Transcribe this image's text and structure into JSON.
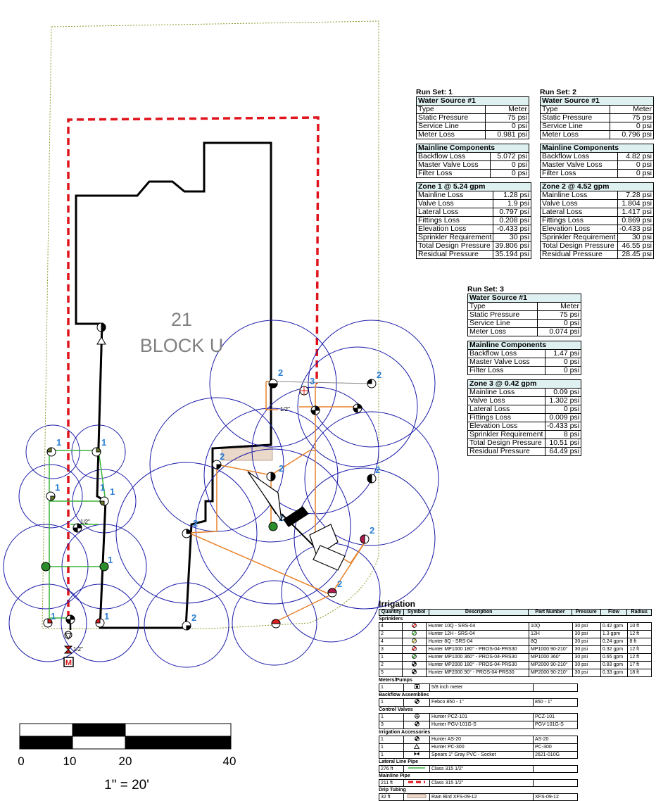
{
  "lot": {
    "number": "21",
    "block": "BLOCK U"
  },
  "zone_labels": [
    "1",
    "2",
    "3"
  ],
  "pipe_size_labels": [
    "1/2\"",
    "1/2\"",
    "1/2\""
  ],
  "scale": {
    "ticks": [
      "0",
      "10",
      "20",
      "40"
    ],
    "ratio": "1\" = 20'"
  },
  "colors": {
    "property_line": "#8a9a2a",
    "setback": "#e0141c",
    "building": "#000000",
    "spray_arc": "#1a1aa8",
    "lateral_zone1": "#3cb43c",
    "lateral_zone2": "#e8822a",
    "drip": "#c8a896",
    "zone_label": "#2a7fd4"
  },
  "run_sets": [
    {
      "title": "Run Set:  1",
      "water_source": {
        "header": "Water Source #1",
        "rows": [
          [
            "Type",
            "Meter"
          ],
          [
            "Static Pressure",
            "75 psi"
          ],
          [
            "Service Line",
            "0 psi"
          ],
          [
            "Meter Loss",
            "0.981 psi"
          ]
        ]
      },
      "mainline": {
        "header": "Mainline Components",
        "rows": [
          [
            "Backflow Loss",
            "5.072 psi"
          ],
          [
            "Master Valve Loss",
            "0 psi"
          ],
          [
            "Filter Loss",
            "0 psi"
          ]
        ]
      },
      "zone": {
        "header": "Zone 1 @ 5.24 gpm",
        "rows": [
          [
            "Mainline Loss",
            "1.28 psi"
          ],
          [
            "Valve Loss",
            "1.9 psi"
          ],
          [
            "Lateral Loss",
            "0.797 psi"
          ],
          [
            "Fittings Loss",
            "0.208 psi"
          ],
          [
            "Elevation Loss",
            "-0.433 psi"
          ],
          [
            "Sprinkler Requirement",
            "30 psi"
          ],
          [
            "Total Design Pressure",
            "39.806 psi"
          ],
          [
            "Residual Pressure",
            "35.194 psi"
          ]
        ]
      }
    },
    {
      "title": "Run Set:  2",
      "water_source": {
        "header": "Water Source #1",
        "rows": [
          [
            "Type",
            "Meter"
          ],
          [
            "Static Pressure",
            "75 psi"
          ],
          [
            "Service Line",
            "0 psi"
          ],
          [
            "Meter Loss",
            "0.796 psi"
          ]
        ]
      },
      "mainline": {
        "header": "Mainline Components",
        "rows": [
          [
            "Backflow Loss",
            "4.82 psi"
          ],
          [
            "Master Valve Loss",
            "0 psi"
          ],
          [
            "Filter Loss",
            "0 psi"
          ]
        ]
      },
      "zone": {
        "header": "Zone 2 @ 4.52 gpm",
        "rows": [
          [
            "Mainline Loss",
            "7.28 psi"
          ],
          [
            "Valve Loss",
            "1.804 psi"
          ],
          [
            "Lateral Loss",
            "1.417 psi"
          ],
          [
            "Fittings Loss",
            "0.869 psi"
          ],
          [
            "Elevation Loss",
            "-0.433 psi"
          ],
          [
            "Sprinkler Requirement",
            "30 psi"
          ],
          [
            "Total Design Pressure",
            "46.55 psi"
          ],
          [
            "Residual Pressure",
            "28.45 psi"
          ]
        ]
      }
    },
    {
      "title": "Run Set:  3",
      "water_source": {
        "header": "Water Source #1",
        "rows": [
          [
            "Type",
            "Meter"
          ],
          [
            "Static Pressure",
            "75 psi"
          ],
          [
            "Service Line",
            "0 psi"
          ],
          [
            "Meter Loss",
            "0.074 psi"
          ]
        ]
      },
      "mainline": {
        "header": "Mainline Components",
        "rows": [
          [
            "Backflow Loss",
            "1.47 psi"
          ],
          [
            "Master Valve Loss",
            "0 psi"
          ],
          [
            "Filter Loss",
            "0 psi"
          ]
        ]
      },
      "zone": {
        "header": "Zone 3 @ 0.42 gpm",
        "rows": [
          [
            "Mainline Loss",
            "0.09 psi"
          ],
          [
            "Valve Loss",
            "1.302 psi"
          ],
          [
            "Lateral Loss",
            "0 psi"
          ],
          [
            "Fittings Loss",
            "0.009 psi"
          ],
          [
            "Elevation Loss",
            "-0.433 psi"
          ],
          [
            "Sprinkler Requirement",
            "8 psi"
          ],
          [
            "Total Design Pressure",
            "10.51 psi"
          ],
          [
            "Residual Pressure",
            "64.49 psi"
          ]
        ]
      }
    }
  ],
  "irrigation": {
    "title": "Irrigation",
    "columns": [
      "Quantity",
      "Symbol",
      "Description",
      "Part Number",
      "Pressure",
      "Flow",
      "Radius"
    ],
    "categories": [
      {
        "name": "Sprinklers",
        "rows": [
          [
            "4",
            "red-half",
            "Hunter 10Q - SRS-04",
            "10Q",
            "30 psi",
            "0.42 gpm",
            "10 ft"
          ],
          [
            "2",
            "green-half",
            "Hunter 12H - SRS-04",
            "12H",
            "30 psi",
            "1.3 gpm",
            "12 ft"
          ],
          [
            "4",
            "olive-half",
            "Hunter 8Q - SRS-04",
            "8Q",
            "30 psi",
            "0.24 gpm",
            "8 ft"
          ],
          [
            "3",
            "red-half",
            "Hunter MP1000 180° - PROS-04-PRS30",
            "MP1000 90-210°",
            "30 psi",
            "0.32 gpm",
            "12 ft"
          ],
          [
            "1",
            "green-full",
            "Hunter MP1000 360° - PROS-04-PRS30",
            "MP1000 360°",
            "30 psi",
            "0.65 gpm",
            "12 ft"
          ],
          [
            "2",
            "black-half",
            "Hunter MP2000 180° - PROS-04-PRS30",
            "MP2000 90-210°",
            "30 psi",
            "0.83 gpm",
            "17 ft"
          ],
          [
            "5",
            "black-quarter",
            "Hunter MP2000 90° - PROS-04-PRS30",
            "MP2000 90-210°",
            "30 psi",
            "0.33 gpm",
            "18 ft"
          ]
        ]
      },
      {
        "name": "Meters/Pumps",
        "rows": [
          [
            "1",
            "meter",
            "5/8 inch meter",
            "",
            "",
            "",
            ""
          ]
        ]
      },
      {
        "name": "Backflow Assemblies",
        "rows": [
          [
            "1",
            "backflow",
            "Febco 850 - 1\"",
            "850 - 1\"",
            "",
            "",
            ""
          ]
        ]
      },
      {
        "name": "Control Valves",
        "rows": [
          [
            "1",
            "valve-plus",
            "Hunter PCZ-101",
            "PCZ-101",
            "",
            "",
            ""
          ],
          [
            "3",
            "valve-half",
            "Hunter PGV-101G-S",
            "PGV-101G-S",
            "",
            "",
            ""
          ]
        ]
      },
      {
        "name": "Irrigation Accessories",
        "rows": [
          [
            "1",
            "half-circle",
            "Hunter AS-20",
            "AS-20",
            "",
            "",
            ""
          ],
          [
            "1",
            "triangle",
            "Hunter PC-300",
            "PC-300",
            "",
            "",
            ""
          ],
          [
            "1",
            "bowtie",
            "Spears 1\" Gray PVC - Socket",
            "2621-010G",
            "",
            "",
            ""
          ]
        ]
      },
      {
        "name": "Lateral Line Pipe",
        "rows": [
          [
            "276 ft",
            "green-line",
            "Class 315 1/2\"",
            "",
            "",
            "",
            ""
          ]
        ]
      },
      {
        "name": "Mainline Pipe",
        "rows": [
          [
            "211 ft",
            "red-dash",
            "Class 315 1/2\"",
            "",
            "",
            "",
            ""
          ]
        ]
      },
      {
        "name": "Drip Tubing",
        "rows": [
          [
            "32 ft",
            "drip",
            "Rain Bird XFS-09-12",
            "XFS-09-12",
            "",
            "",
            ""
          ]
        ]
      }
    ]
  }
}
